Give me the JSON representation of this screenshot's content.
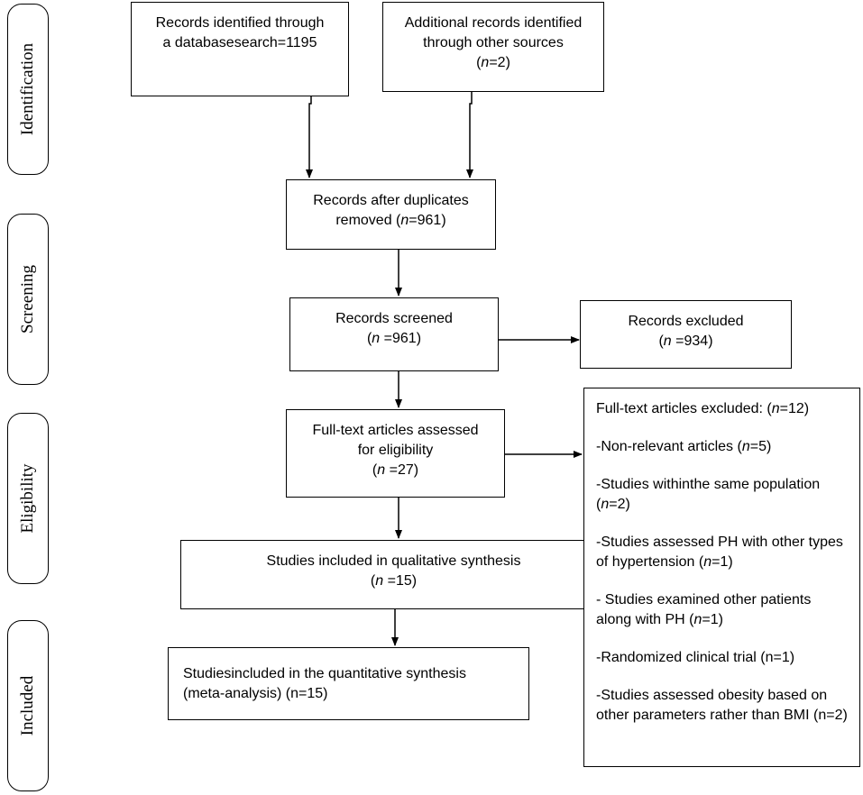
{
  "stages": [
    {
      "id": "identification",
      "label": "Identification"
    },
    {
      "id": "screening",
      "label": "Screening"
    },
    {
      "id": "eligibility",
      "label": "Eligibility"
    },
    {
      "id": "included",
      "label": "Included"
    }
  ],
  "boxes": {
    "database_search": {
      "line1": "Records identified through",
      "line2": "a databasesearch=1195"
    },
    "other_sources": {
      "line1": "Additional records identified",
      "line2": "through other sources",
      "line3_prefix": "(",
      "line3_var": "n",
      "line3_suffix": "=2)"
    },
    "after_duplicates": {
      "line1": "Records after duplicates",
      "line2_prefix": "removed (",
      "line2_var": "n",
      "line2_suffix": "=961)"
    },
    "screened": {
      "line1": "Records screened",
      "line2_prefix": "(",
      "line2_var": "n",
      "line2_suffix": " =961)"
    },
    "excluded": {
      "line1": "Records excluded",
      "line2_prefix": "(",
      "line2_var": "n",
      "line2_suffix": " =934)"
    },
    "fulltext": {
      "line1": "Full-text articles assessed",
      "line2": "for eligibility",
      "line3_prefix": "(",
      "line3_var": "n",
      "line3_suffix": " =27)"
    },
    "qualitative": {
      "line1": "Studies included in qualitative synthesis",
      "line2_prefix": "(",
      "line2_var": "n",
      "line2_suffix": " =15)"
    },
    "quantitative": {
      "line1": "Studiesincluded in the quantitative synthesis",
      "line2": "(meta-analysis) (n=15)"
    },
    "fulltext_excluded": {
      "items": [
        {
          "prefix": "Full-text articles excluded: (",
          "var": "n",
          "suffix": "=12)"
        },
        {
          "prefix": "-Non-relevant articles (",
          "var": "n",
          "suffix": "=5)"
        },
        {
          "prefix": "-Studies withinthe same population (",
          "var": "n",
          "suffix": "=2)"
        },
        {
          "prefix": "-Studies assessed PH with other types of hypertension (",
          "var": "n",
          "suffix": "=1)"
        },
        {
          "prefix": "- Studies examined other patients along with PH (",
          "var": "n",
          "suffix": "=1)"
        },
        {
          "prefix": "-Randomized clinical trial (n=1)",
          "var": "",
          "suffix": ""
        },
        {
          "prefix": "-Studies assessed obesity based on other parameters rather than BMI (n=2)",
          "var": "",
          "suffix": ""
        }
      ]
    }
  }
}
